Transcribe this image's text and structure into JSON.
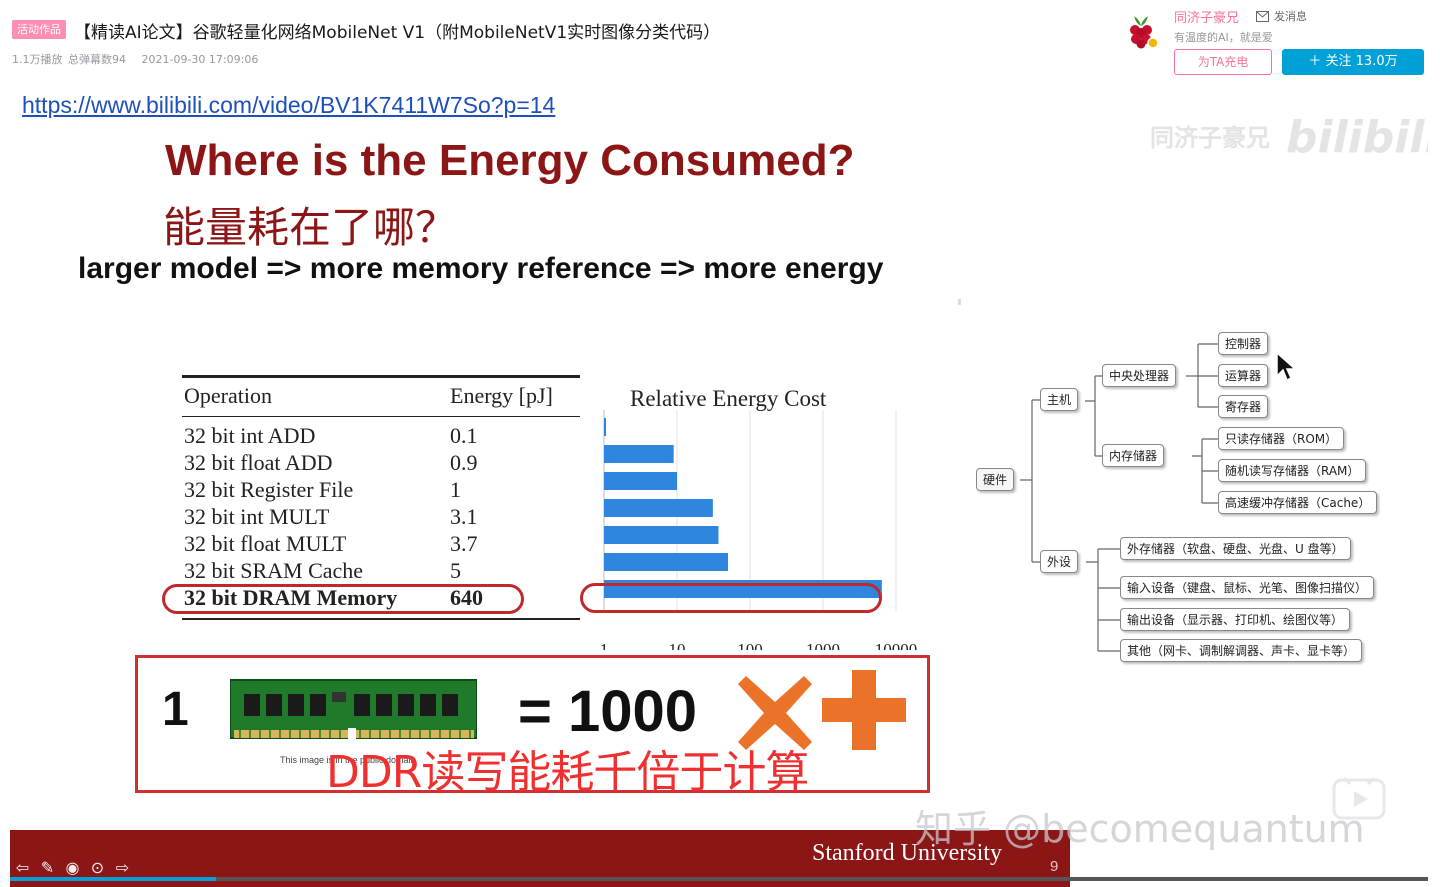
{
  "header": {
    "tag": "活动作品",
    "title": "【精读AI论文】谷歌轻量化网络MobileNet V1（附MobileNetV1实时图像分类代码）",
    "plays": "1.1万播放",
    "danmaku": "总弹幕数94",
    "date": "2021-09-30 17:09:06"
  },
  "uploader": {
    "name": "同济子豪兄",
    "message_label": "发消息",
    "sign": "有温度的AI，就是爱",
    "charge_label": "为TA充电",
    "follow_label": "＋  关注 13.0万"
  },
  "slide": {
    "url": "https://www.bilibili.com/video/BV1K7411W7So?p=14",
    "title": "Where is the Energy Consumed?",
    "title_cn": "能量耗在了哪？",
    "subtitle": "larger model => more memory reference => more energy",
    "table": {
      "header_op": "Operation",
      "header_energy": "Energy [pJ]",
      "rows": [
        {
          "op": "32 bit int ADD",
          "energy": "0.1"
        },
        {
          "op": "32 bit float ADD",
          "energy": "0.9"
        },
        {
          "op": "32 bit Register File",
          "energy": "1"
        },
        {
          "op": "32 bit int MULT",
          "energy": "3.1"
        },
        {
          "op": "32 bit float MULT",
          "energy": "3.7"
        },
        {
          "op": "32 bit SRAM Cache",
          "energy": "5"
        },
        {
          "op": "32 bit DRAM Memory",
          "energy": "640"
        }
      ]
    },
    "ddr": {
      "one": "1",
      "equals": "= 1000",
      "image_credit": "This image is in the public domain",
      "caption": "DDR读写能耗千倍于计算"
    },
    "university": "Stanford University",
    "slide_number": "9"
  },
  "chart_data": {
    "type": "bar",
    "orientation": "horizontal",
    "title": "Relative Energy Cost",
    "scale": "log",
    "categories": [
      "32 bit int ADD",
      "32 bit float ADD",
      "32 bit Register File",
      "32 bit int MULT",
      "32 bit float MULT",
      "32 bit SRAM Cache",
      "32 bit DRAM Memory"
    ],
    "values": [
      1,
      9,
      10,
      31,
      37,
      50,
      6400
    ],
    "xlim": [
      1,
      10000
    ],
    "tick_labels": [
      "1",
      "10",
      "100",
      "1000",
      "10000"
    ],
    "bar_color": "#2e86de",
    "grid": true
  },
  "mindmap": {
    "root": "硬件",
    "host": "主机",
    "cpu": "中央处理器",
    "controller": "控制器",
    "alu": "运算器",
    "register": "寄存器",
    "memory": "内存储器",
    "rom": "只读存储器（ROM）",
    "ram": "随机读写存储器（RAM）",
    "cache": "高速缓冲存储器（Cache）",
    "peripheral": "外设",
    "external_storage": "外存储器（软盘、硬盘、光盘、U 盘等）",
    "input": "输入设备（键盘、鼠标、光笔、图像扫描仪）",
    "output": "输出设备（显示器、打印机、绘图仪等）",
    "other": "其他（网卡、调制解调器、声卡、显卡等）"
  },
  "watermarks": {
    "bilibili_user": "同济子豪兄",
    "bilibili_logo": "bilibili",
    "zhihu": "知乎 @becomequantum"
  },
  "player": {
    "progress": 0.145
  },
  "colors": {
    "brand_red": "#8c1515",
    "accent_blue": "#00a1d6",
    "pink": "#fb7299"
  }
}
